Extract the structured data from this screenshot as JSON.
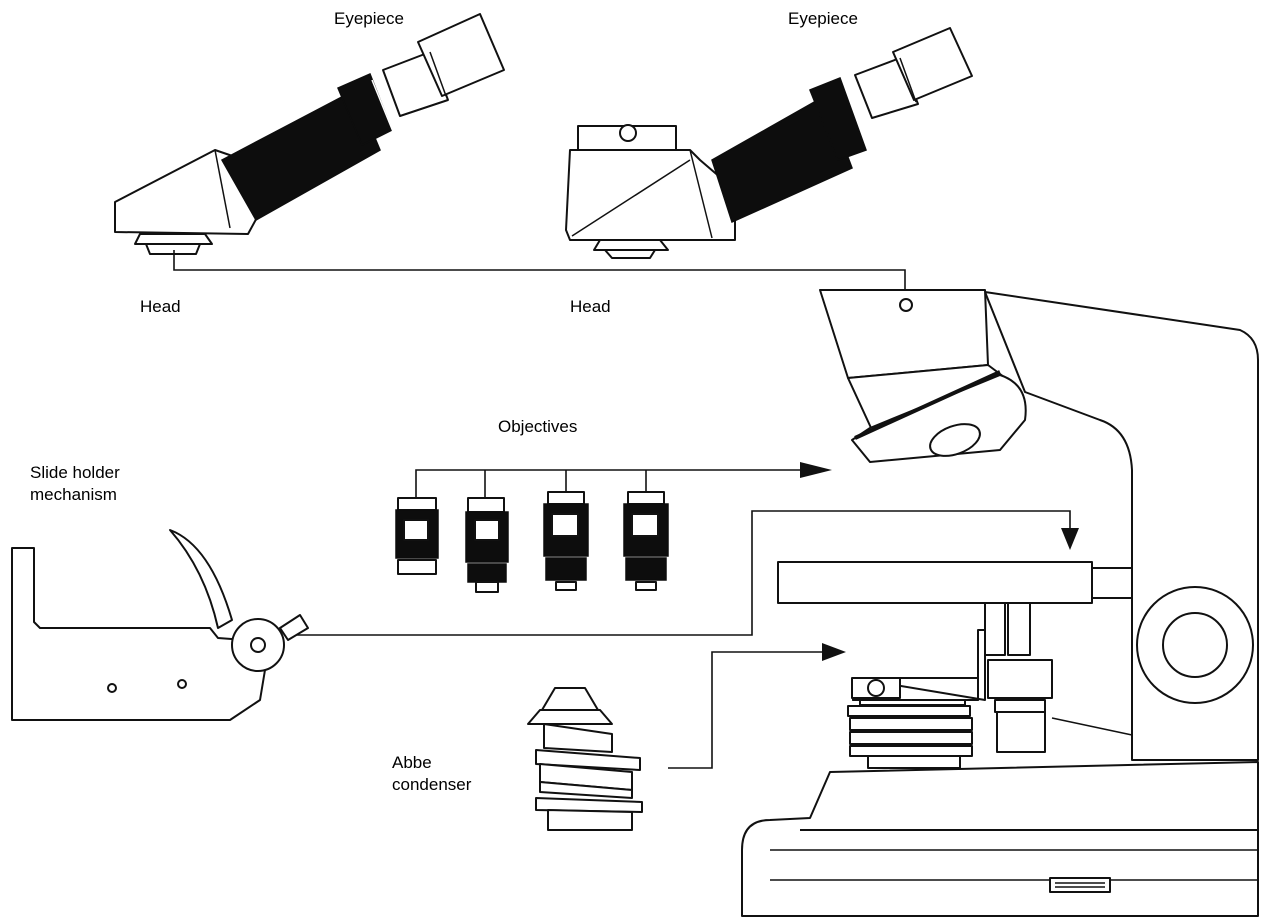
{
  "labels": {
    "eyepiece_left": "Eyepiece",
    "eyepiece_right": "Eyepiece",
    "head_left": "Head",
    "head_right": "Head",
    "objectives": "Objectives",
    "slide_holder_line1": "Slide holder",
    "slide_holder_line2": "mechanism",
    "abbe_line1": "Abbe",
    "abbe_line2": "condenser"
  }
}
